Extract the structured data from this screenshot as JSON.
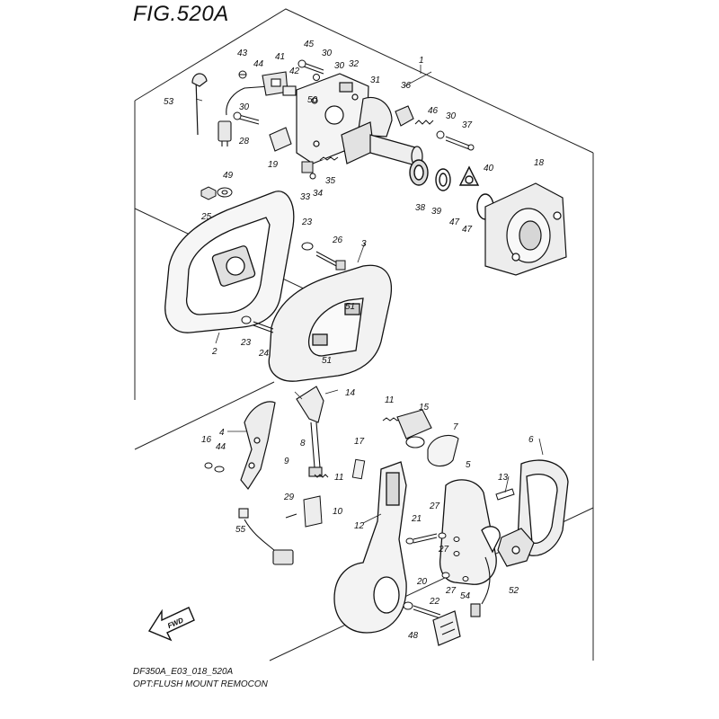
{
  "figure": {
    "title": "FIG.520A",
    "code": "DF350A_E03_018_520A",
    "caption": "OPT:FLUSH MOUNT REMOCON",
    "fwd_label": "FWD"
  },
  "callouts": [
    {
      "id": "c1",
      "label": "1"
    },
    {
      "id": "c2",
      "label": "2"
    },
    {
      "id": "c3",
      "label": "3"
    },
    {
      "id": "c4",
      "label": "4"
    },
    {
      "id": "c5",
      "label": "5"
    },
    {
      "id": "c6",
      "label": "6"
    },
    {
      "id": "c7",
      "label": "7"
    },
    {
      "id": "c8",
      "label": "8"
    },
    {
      "id": "c9",
      "label": "9"
    },
    {
      "id": "c10",
      "label": "10"
    },
    {
      "id": "c11a",
      "label": "11"
    },
    {
      "id": "c11b",
      "label": "11"
    },
    {
      "id": "c12",
      "label": "12"
    },
    {
      "id": "c13",
      "label": "13"
    },
    {
      "id": "c14",
      "label": "14"
    },
    {
      "id": "c15",
      "label": "15"
    },
    {
      "id": "c16",
      "label": "16"
    },
    {
      "id": "c17",
      "label": "17"
    },
    {
      "id": "c18",
      "label": "18"
    },
    {
      "id": "c19",
      "label": "19"
    },
    {
      "id": "c20",
      "label": "20"
    },
    {
      "id": "c21",
      "label": "21"
    },
    {
      "id": "c22",
      "label": "22"
    },
    {
      "id": "c23a",
      "label": "23"
    },
    {
      "id": "c23b",
      "label": "23"
    },
    {
      "id": "c24",
      "label": "24"
    },
    {
      "id": "c25",
      "label": "25"
    },
    {
      "id": "c26",
      "label": "26"
    },
    {
      "id": "c27a",
      "label": "27"
    },
    {
      "id": "c27b",
      "label": "27"
    },
    {
      "id": "c27c",
      "label": "27"
    },
    {
      "id": "c28",
      "label": "28"
    },
    {
      "id": "c29",
      "label": "29"
    },
    {
      "id": "c30a",
      "label": "30"
    },
    {
      "id": "c30b",
      "label": "30"
    },
    {
      "id": "c30c",
      "label": "30"
    },
    {
      "id": "c30d",
      "label": "30"
    },
    {
      "id": "c31",
      "label": "31"
    },
    {
      "id": "c32",
      "label": "32"
    },
    {
      "id": "c33",
      "label": "33"
    },
    {
      "id": "c34",
      "label": "34"
    },
    {
      "id": "c35",
      "label": "35"
    },
    {
      "id": "c36",
      "label": "36"
    },
    {
      "id": "c37",
      "label": "37"
    },
    {
      "id": "c38",
      "label": "38"
    },
    {
      "id": "c39",
      "label": "39"
    },
    {
      "id": "c40",
      "label": "40"
    },
    {
      "id": "c41",
      "label": "41"
    },
    {
      "id": "c42",
      "label": "42"
    },
    {
      "id": "c43",
      "label": "43"
    },
    {
      "id": "c44a",
      "label": "44"
    },
    {
      "id": "c44b",
      "label": "44"
    },
    {
      "id": "c45",
      "label": "45"
    },
    {
      "id": "c46",
      "label": "46"
    },
    {
      "id": "c47a",
      "label": "47"
    },
    {
      "id": "c47b",
      "label": "47"
    },
    {
      "id": "c48",
      "label": "48"
    },
    {
      "id": "c49",
      "label": "49"
    },
    {
      "id": "c50",
      "label": "50"
    },
    {
      "id": "c51a",
      "label": "51"
    },
    {
      "id": "c51b",
      "label": "51"
    },
    {
      "id": "c52",
      "label": "52"
    },
    {
      "id": "c53",
      "label": "53"
    },
    {
      "id": "c54",
      "label": "54"
    },
    {
      "id": "c55",
      "label": "55"
    }
  ]
}
